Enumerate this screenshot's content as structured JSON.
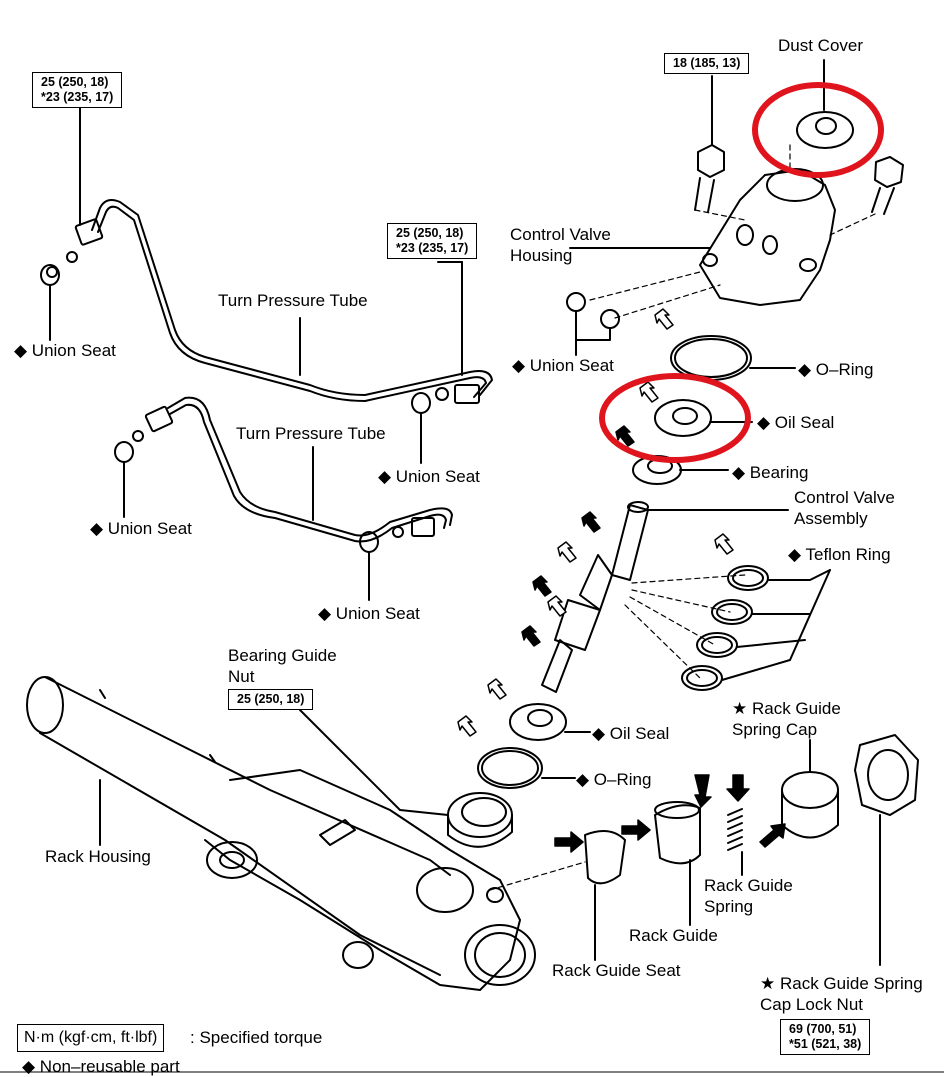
{
  "labels": {
    "dust_cover": "Dust Cover",
    "control_valve_housing": "Control Valve\nHousing",
    "union_seat_left": "◆ Union Seat",
    "turn_pressure_tube_1": "Turn Pressure Tube",
    "turn_pressure_tube_2": "Turn Pressure Tube",
    "union_seat_mid1": "◆ Union Seat",
    "union_seat_mid2": "◆ Union Seat",
    "union_seat_lower": "◆ Union Seat",
    "union_seat_top": "◆ Union Seat",
    "o_ring_top": "◆ O–Ring",
    "oil_seal_top": "◆ Oil Seal",
    "bearing": "◆ Bearing",
    "control_valve_assembly": "Control Valve\nAssembly",
    "teflon_ring": "◆ Teflon Ring",
    "bearing_guide_nut": "Bearing Guide\nNut",
    "rack_guide_spring_cap": "★ Rack Guide\nSpring Cap",
    "oil_seal_bottom": "◆ Oil Seal",
    "o_ring_bottom": "◆ O–Ring",
    "rack_housing": "Rack Housing",
    "rack_guide_spring": "Rack Guide\nSpring",
    "rack_guide": "Rack Guide",
    "rack_guide_seat": "Rack Guide Seat",
    "rack_guide_spring_cap_lock_nut": "★ Rack Guide Spring\nCap Lock Nut"
  },
  "torque": {
    "top_left": [
      "25 (250, 18)",
      "*23 (235, 17)"
    ],
    "mid": [
      "25 (250, 18)",
      "*23 (235, 17)"
    ],
    "top_right": [
      "18 (185, 13)"
    ],
    "bearing_guide_nut": [
      "25 (250, 18)"
    ],
    "lock_nut": [
      "69 (700, 51)",
      "*51 (521, 38)"
    ]
  },
  "legend": {
    "unit": "N·m (kgf·cm, ft·lbf)",
    "unit_desc": ": Specified torque",
    "nonreusable": "◆  Non–reusable part"
  },
  "colors": {
    "highlight": "#e0141c",
    "line": "#000000"
  }
}
